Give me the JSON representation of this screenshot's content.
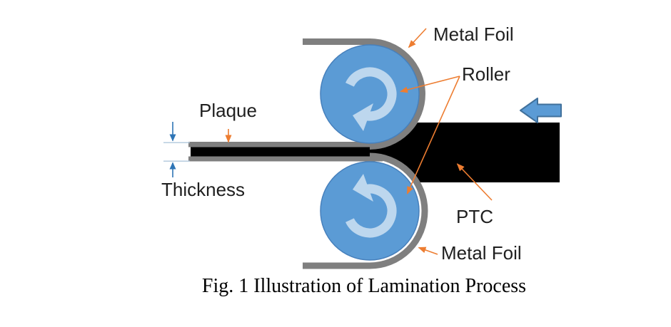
{
  "figure": {
    "caption": "Fig. 1 Illustration of Lamination Process",
    "labels": {
      "plaque": "Plaque",
      "thickness": "Thickness",
      "metal_foil_top": "Metal Foil",
      "roller": "Roller",
      "ptc": "PTC",
      "metal_foil_bottom": "Metal Foil"
    },
    "colors": {
      "roller_blue": "#5B9BD5",
      "roller_outline_blue": "#4780BC",
      "rotation_arrow_light_blue": "#BDD7EE",
      "metal_foil_gray": "#7F7F7F",
      "leader_arrow_orange": "#ED7D31",
      "dimension_arrow_blue": "#2E75B6",
      "dimension_tick_light_blue": "#AFC7DC",
      "ptc_black": "#000000",
      "feed_arrow_fill": "#5B9BD5",
      "feed_arrow_border": "#41719C"
    },
    "icons": {
      "top_roller_rotation": "rotation-clockwise-icon",
      "bottom_roller_rotation": "rotation-counterclockwise-icon",
      "feed_direction": "block-arrow-left-icon"
    }
  }
}
